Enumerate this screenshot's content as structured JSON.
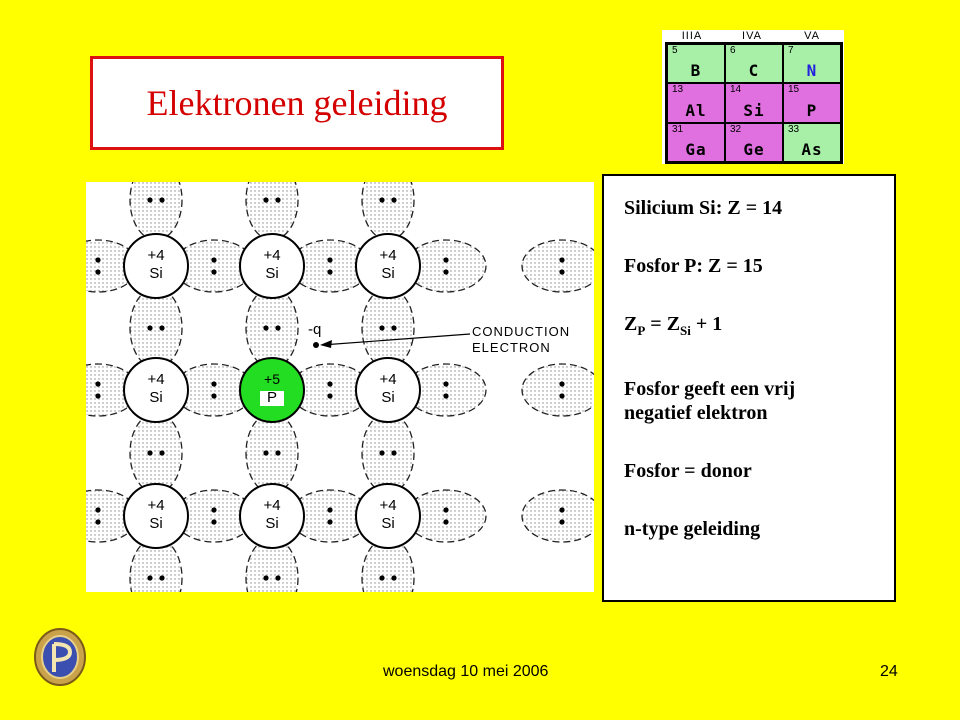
{
  "slide": {
    "title": "Elektronen geleiding",
    "footer_date": "woensdag 10 mei 2006",
    "page_number": "24",
    "background_color": "#ffff00",
    "title_color": "#d40000"
  },
  "periodic_table": {
    "headers": [
      "IIIA",
      "IVA",
      "VA"
    ],
    "cells": [
      {
        "z": "5",
        "symbol": "B"
      },
      {
        "z": "6",
        "symbol": "C"
      },
      {
        "z": "7",
        "symbol": "N"
      },
      {
        "z": "13",
        "symbol": "Al"
      },
      {
        "z": "14",
        "symbol": "Si"
      },
      {
        "z": "15",
        "symbol": "P"
      },
      {
        "z": "31",
        "symbol": "Ga"
      },
      {
        "z": "32",
        "symbol": "Ge"
      },
      {
        "z": "33",
        "symbol": "As"
      }
    ]
  },
  "lattice": {
    "si_charge": "+4",
    "si_symbol": "Si",
    "p_charge": "+5",
    "p_symbol": "P",
    "electron_charge": "-q",
    "conduction_label_1": "CONDUCTION",
    "conduction_label_2": "ELECTRON",
    "donor_color": "#22dd22"
  },
  "info": {
    "line1": "Silicium Si: Z = 14",
    "line2": "Fosfor P: Z = 15",
    "eq_z": "Z",
    "eq_p": "P",
    "eq_mid": " = Z",
    "eq_si": "Si",
    "eq_end": " + 1",
    "line4a": "Fosfor geeft een vrij",
    "line4b": "negatief elektron",
    "line5": "Fosfor = donor",
    "line6": "n-type geleiding"
  }
}
